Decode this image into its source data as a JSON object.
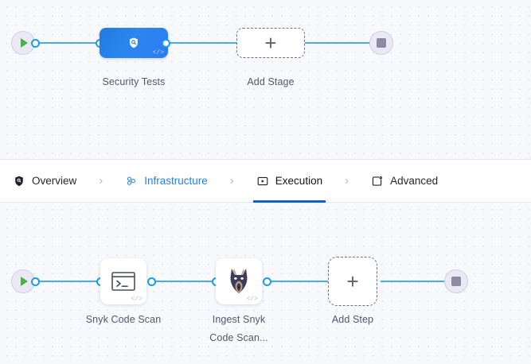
{
  "canvas_top": {
    "start_node": {
      "icon": "play-icon",
      "name": "pipeline-start"
    },
    "end_node": {
      "icon": "stop-icon",
      "name": "pipeline-end"
    },
    "nodes": [
      {
        "id": "security-tests",
        "label": "Security Tests",
        "icon": "shield-search-icon",
        "badge": "</>",
        "type": "stage"
      },
      {
        "id": "add-stage",
        "label": "Add Stage",
        "icon": "plus-icon",
        "type": "add"
      }
    ]
  },
  "tabs": {
    "items": [
      {
        "id": "overview",
        "label": "Overview",
        "icon": "shield-icon",
        "state": "default"
      },
      {
        "id": "infrastructure",
        "label": "Infrastructure",
        "icon": "cluster-icon",
        "state": "link"
      },
      {
        "id": "execution",
        "label": "Execution",
        "icon": "play-box-icon",
        "state": "active"
      },
      {
        "id": "advanced",
        "label": "Advanced",
        "icon": "card-gear-icon",
        "state": "default"
      }
    ],
    "separator": "›",
    "active_color": "#0f62cd",
    "link_color": "#2a7de1"
  },
  "canvas_bottom": {
    "start_node": {
      "icon": "play-icon",
      "name": "execution-start"
    },
    "end_node": {
      "icon": "stop-icon",
      "name": "execution-end"
    },
    "nodes": [
      {
        "id": "snyk-code-scan",
        "label": "Snyk Code Scan",
        "icon": "terminal-icon",
        "badge": "</>",
        "type": "step"
      },
      {
        "id": "ingest-snyk-code-scan",
        "label_line1": "Ingest Snyk",
        "label_line2": "Code Scan...",
        "icon": "snyk-doberman-icon",
        "badge": "</>",
        "type": "step"
      },
      {
        "id": "add-step",
        "label": "Add Step",
        "icon": "plus-icon",
        "type": "add"
      }
    ]
  },
  "colors": {
    "edge": "#4aabeb",
    "port_ring": "#1b9bf0",
    "stage_blue": "#2b86ef",
    "start_green": "#4caf50",
    "stop_gray": "#8c8ba3",
    "canvas_bg": "#f7f9fc",
    "grid_dot": "#dfe3ea"
  }
}
